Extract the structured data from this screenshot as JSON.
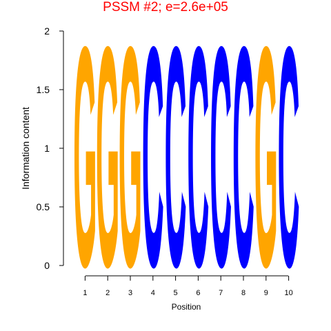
{
  "chart_data": {
    "type": "sequence-logo",
    "title": "PSSM #2; e=2.6e+05",
    "xlabel": "Position",
    "ylabel": "Information content",
    "ylim": [
      0,
      2
    ],
    "yticks": [
      "0",
      "0.5",
      "1",
      "1.5",
      "2"
    ],
    "yticks_values": [
      0,
      0.5,
      1,
      1.5,
      2
    ],
    "positions": [
      "1",
      "2",
      "3",
      "4",
      "5",
      "6",
      "7",
      "8",
      "9",
      "10"
    ],
    "letters": [
      "G",
      "G",
      "G",
      "C",
      "C",
      "C",
      "C",
      "C",
      "G",
      "C"
    ],
    "values": [
      1.92,
      1.92,
      1.92,
      1.92,
      1.92,
      1.92,
      1.92,
      1.92,
      1.92,
      1.92
    ],
    "colors": {
      "G": "#FFA500",
      "C": "#0000FF",
      "title": "#FF0000"
    },
    "grid": false,
    "legend": "none"
  }
}
